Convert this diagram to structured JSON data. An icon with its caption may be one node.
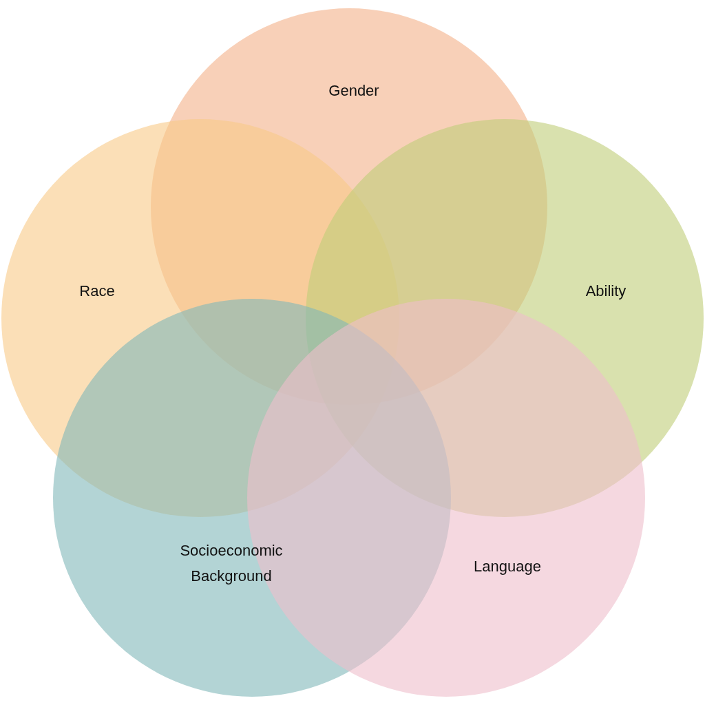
{
  "diagram": {
    "nodes": [
      {
        "text": [
          "Gender"
        ]
      },
      {
        "text": [
          "Race"
        ]
      },
      {
        "text": [
          "Ability"
        ]
      },
      {
        "text": [
          "Socioeconomic Background"
        ]
      },
      {
        "text": [
          "Language"
        ]
      }
    ]
  }
}
